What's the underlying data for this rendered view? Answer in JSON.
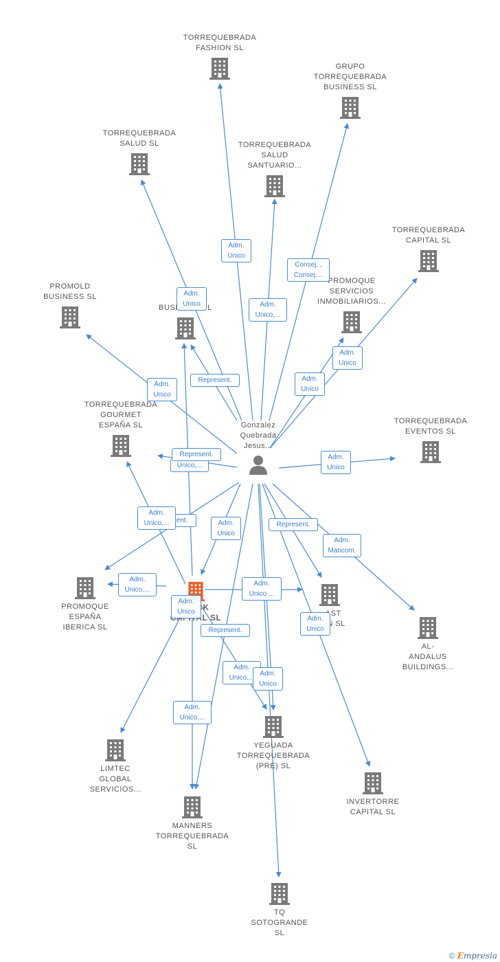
{
  "colors": {
    "edge": "#4a8ad8",
    "building": "#7a7a7a",
    "focal": "#e9602e",
    "label": "#555555",
    "badge_text": "#3b7fd0"
  },
  "person": {
    "name": "Gonzalez\nQuebrada\nJesus...",
    "icon": "person-icon"
  },
  "companies": {
    "fashion": "TORREQUEBRADA\nFASHION SL",
    "grupo": "GRUPO\nTORREQUEBRADA\nBUSINESS SL",
    "salud": "TORREQUEBRADA\nSALUD SL",
    "salud_santuario": "TORREQUEBRADA\nSALUD\nSANTUARIO...",
    "capital": "TORREQUEBRADA\nCAPITAL SL",
    "promold": "PROMOLD\nBUSINESS SL",
    "business": "BUSINESS SL",
    "promoque_serv": "PROMOQUE\nSERVICIOS\nINMOBILIARIOS...",
    "gourmet": "TORREQUEBRADA\nGOURMET\nESPAÑA SL",
    "eventos": "TORREQUEBRADA\nEVENTOS SL",
    "focal": "...ACK\nCAPITAL SL",
    "promoque_esp": "PROMOQUE\nESPAÑA\nIBERICA SL",
    "east": "...AST\n...RN SL",
    "alandalus": "AL-\nANDALUS\nBUILDINGS...",
    "limtec": "LIMTEC\nGLOBAL\nSERVICIOS...",
    "yeguada": "YEGUADA\nTORREQUEBRADA\n(PRE) SL",
    "invertorre": "INVERTORRE\nCAPITAL SL",
    "manners": "MANNERS\nTORREQUEBRADA\nSL",
    "tq": "TQ\nSOTOGRANDE\nSL"
  },
  "roles": {
    "b1": "Adm.\nUnico",
    "b2": "Consej. ,\nConsej....",
    "b3": "Adm.\nUnico",
    "b4": "Adm.\nUnico,...",
    "b5": "Adm.\nUnico",
    "b6": "Represent.",
    "b7": "Adm.\nUnico",
    "b8": "Adm.\nUnico",
    "b9": "Represent.",
    "b10": "Unico,...",
    "b11": "Adm.\nUnico",
    "b12": "ent.",
    "b13": "Adm.\nUnico,...",
    "b14": "Adm.\nUnico",
    "b15": "Represent.",
    "b16": "Adm.\nMancom.",
    "b17": "Adm.\nUnico,...",
    "b18": "Adm.\nUnico ...",
    "b19": "Adm.\nUnico",
    "b20": "Adm.\nUnico",
    "b21": "Represent.",
    "b22": "Adm.\nUnico,...",
    "b23": "Adm.\nUnico",
    "b24": "Adm.\nUnico,..."
  },
  "footer": {
    "copyright": "©",
    "brand_first": "E",
    "brand_rest": "mpresia"
  }
}
